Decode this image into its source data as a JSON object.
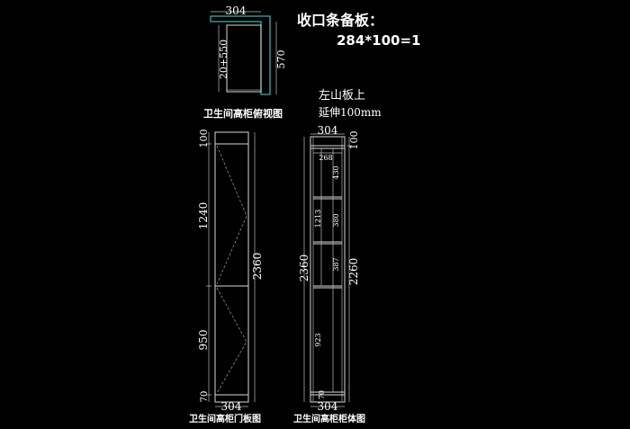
{
  "note": {
    "title": "收口条备板：",
    "formula": "284*100=1"
  },
  "side_note": {
    "line1": "左山板上",
    "line2": "延伸100mm"
  },
  "top_view": {
    "caption": "卫生间高柜俯视图",
    "dim_width": "304",
    "dim_left": "20+550",
    "dim_right": "570",
    "accent_color": "#3ab0b0"
  },
  "door_view": {
    "caption": "卫生间高柜门板图",
    "dim_top": "100",
    "dim_upper": "1240",
    "dim_lower": "950",
    "dim_bottom": "70",
    "dim_total": "2360",
    "dim_width": "304"
  },
  "body_view": {
    "caption": "卫生间高柜柜体图",
    "dim_top_width": "304",
    "dim_bottom_width": "304",
    "dim_top": "100",
    "dim_inner": "268",
    "dim_s1": "430",
    "dim_s2": "380",
    "dim_s3": "387",
    "dim_s4": "923",
    "dim_upper_total": "1213",
    "dim_bottom": "70",
    "dim_outer": "2360",
    "dim_inner_total": "2260"
  }
}
